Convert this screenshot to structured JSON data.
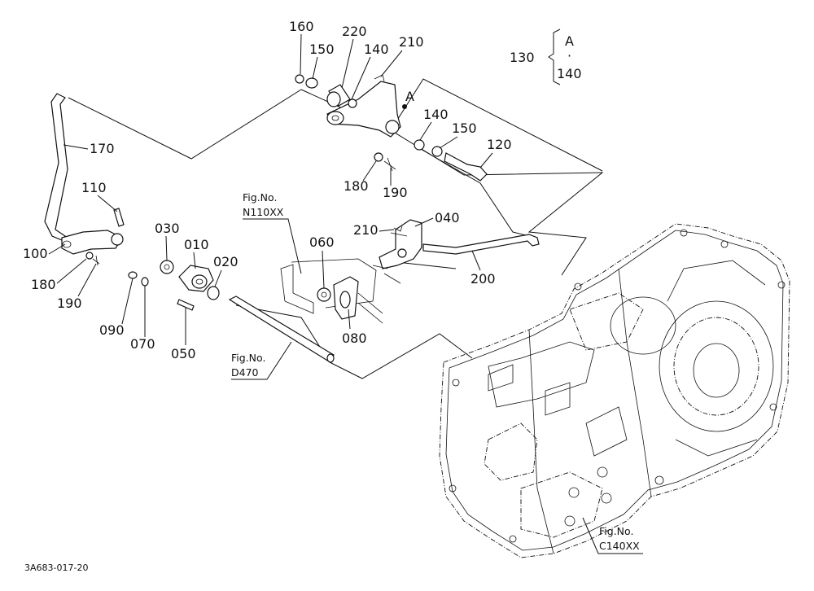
{
  "labels": {
    "p160": "160",
    "p150a": "150",
    "p220": "220",
    "p140a": "140",
    "p210a": "210",
    "pA": "A",
    "p140b": "140",
    "p150b": "150",
    "p120": "120",
    "p180a": "180",
    "p190a": "190",
    "p170": "170",
    "p110": "110",
    "p100": "100",
    "p180b": "180",
    "p190b": "190",
    "p030": "030",
    "p010": "010",
    "p020": "020",
    "p090": "090",
    "p070": "070",
    "p050": "050",
    "p060": "060",
    "p080": "080",
    "p210b": "210",
    "p040": "040",
    "p200": "200"
  },
  "bracket": {
    "ref": "130",
    "top": "A",
    "mid": "·",
    "bottom": "140"
  },
  "fig_refs": {
    "n110": {
      "line1": "Fig.No.",
      "line2": "N110XX"
    },
    "d470": {
      "line1": "Fig.No.",
      "line2": "D470"
    },
    "c140": {
      "line1": "Fig.No.",
      "line2": "C140XX"
    }
  },
  "drawing_code": "3A683-017-20"
}
